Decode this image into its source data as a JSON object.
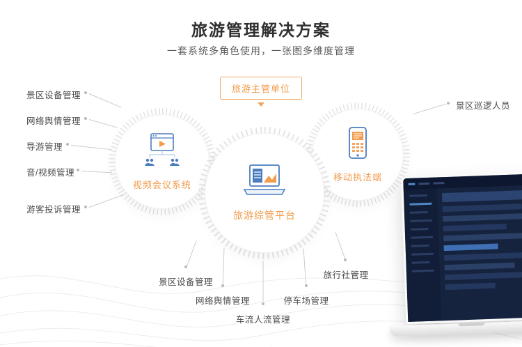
{
  "header": {
    "title": "旅游管理解决方案",
    "subtitle": "一套系统多角色使用，一张图多维度管理"
  },
  "top_badge": {
    "label": "旅游主管单位"
  },
  "circles": {
    "left": {
      "label": "视频会议系统",
      "icon": "video-conference-icon"
    },
    "center": {
      "label": "旅游综管平台",
      "icon": "laptop-chart-icon"
    },
    "right": {
      "label": "移动执法端",
      "icon": "mobile-enforcement-icon"
    }
  },
  "left_items": [
    "景区设备管理",
    "网络舆情管理",
    "导游管理",
    "音/视频管理",
    "游客投诉管理"
  ],
  "right_items": [
    "景区巡逻人员"
  ],
  "bottom_items": [
    "景区设备管理",
    "网络舆情管理",
    "车流人流管理",
    "停车场管理",
    "旅行社管理"
  ],
  "colors": {
    "accent_orange": "#f29b4b",
    "icon_blue": "#4a7dbf",
    "connector_gray": "#cccccc",
    "dashboard_dark": "#16233f"
  }
}
